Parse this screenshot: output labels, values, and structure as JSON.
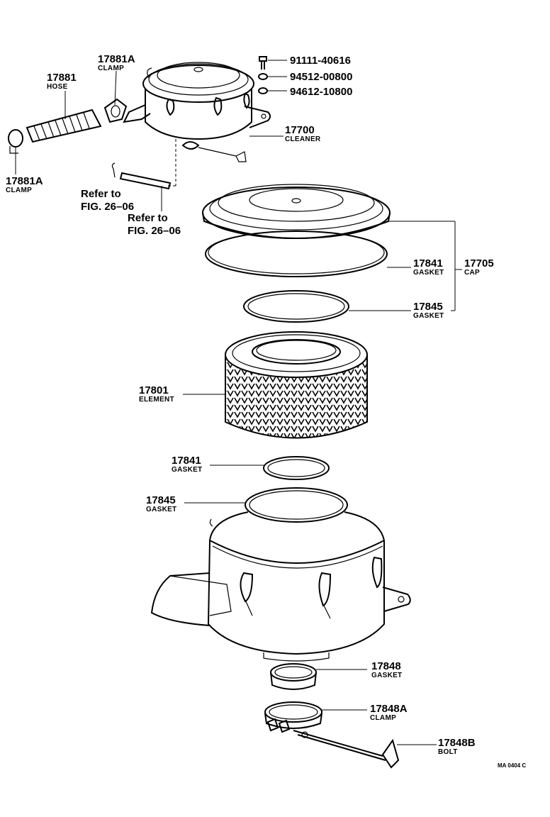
{
  "parts": {
    "p91111": {
      "num": "91111-40616"
    },
    "p94512": {
      "num": "94512-00800"
    },
    "p94612": {
      "num": "94612-10800"
    },
    "p17881A_top": {
      "num": "17881A",
      "name": "CLAMP"
    },
    "p17881": {
      "num": "17881",
      "name": "HOSE"
    },
    "p17881A_left": {
      "num": "17881A",
      "name": "CLAMP"
    },
    "p17700": {
      "num": "17700",
      "name": "CLEANER"
    },
    "p17841_top": {
      "num": "17841",
      "name": "GASKET"
    },
    "p17705": {
      "num": "17705",
      "name": "CAP"
    },
    "p17845_top": {
      "num": "17845",
      "name": "GASKET"
    },
    "p17801": {
      "num": "17801",
      "name": "ELEMENT"
    },
    "p17841_mid": {
      "num": "17841",
      "name": "GASKET"
    },
    "p17845_mid": {
      "num": "17845",
      "name": "GASKET"
    },
    "p17848": {
      "num": "17848",
      "name": "GASKET"
    },
    "p17848A": {
      "num": "17848A",
      "name": "CLAMP"
    },
    "p17848B": {
      "num": "17848B",
      "name": "BOLT"
    }
  },
  "refs": {
    "ref1": {
      "line1": "Refer to",
      "line2": "FIG. 26–06"
    },
    "ref2": {
      "line1": "Refer to",
      "line2": "FIG. 26–06"
    }
  },
  "drawing_code": "MA 0404 C"
}
